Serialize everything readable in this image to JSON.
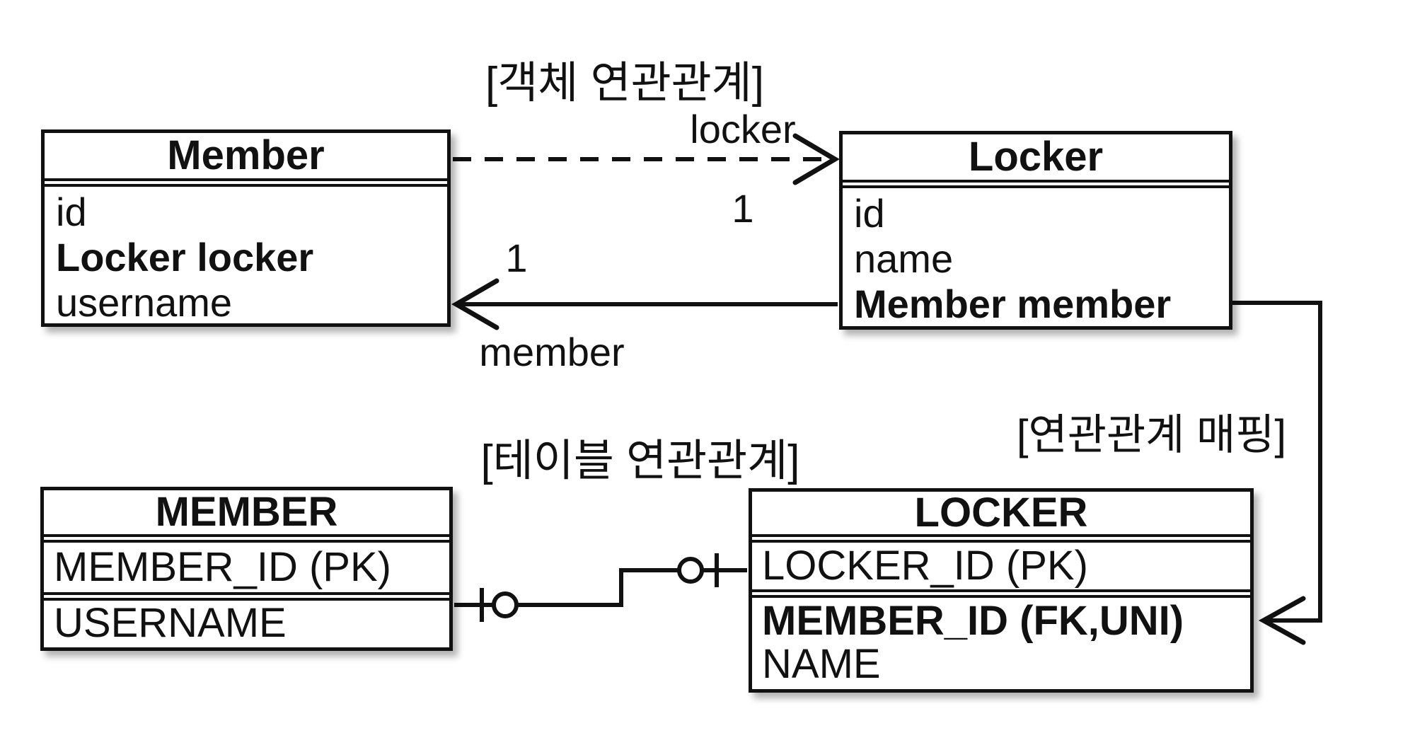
{
  "object_section": {
    "title": "[객체 연관관계]",
    "member_class": {
      "name": "Member",
      "fields": [
        "id",
        "Locker locker",
        "username"
      ]
    },
    "locker_class": {
      "name": "Locker",
      "fields": [
        "id",
        "name",
        "Member member"
      ]
    },
    "association_to_locker": {
      "label": "locker",
      "multiplicity": "1"
    },
    "association_to_member": {
      "label": "member",
      "multiplicity": "1"
    }
  },
  "mapping_label": "[연관관계 매핑]",
  "table_section": {
    "title": "[테이블 연관관계]",
    "member_table": {
      "name": "MEMBER",
      "columns": [
        "MEMBER_ID (PK)",
        "USERNAME"
      ]
    },
    "locker_table": {
      "name": "LOCKER",
      "columns": [
        "LOCKER_ID (PK)",
        "MEMBER_ID (FK,UNI)",
        "NAME"
      ]
    }
  },
  "colors": {
    "line": "#111111",
    "background": "#ffffff",
    "text": "#111111"
  }
}
